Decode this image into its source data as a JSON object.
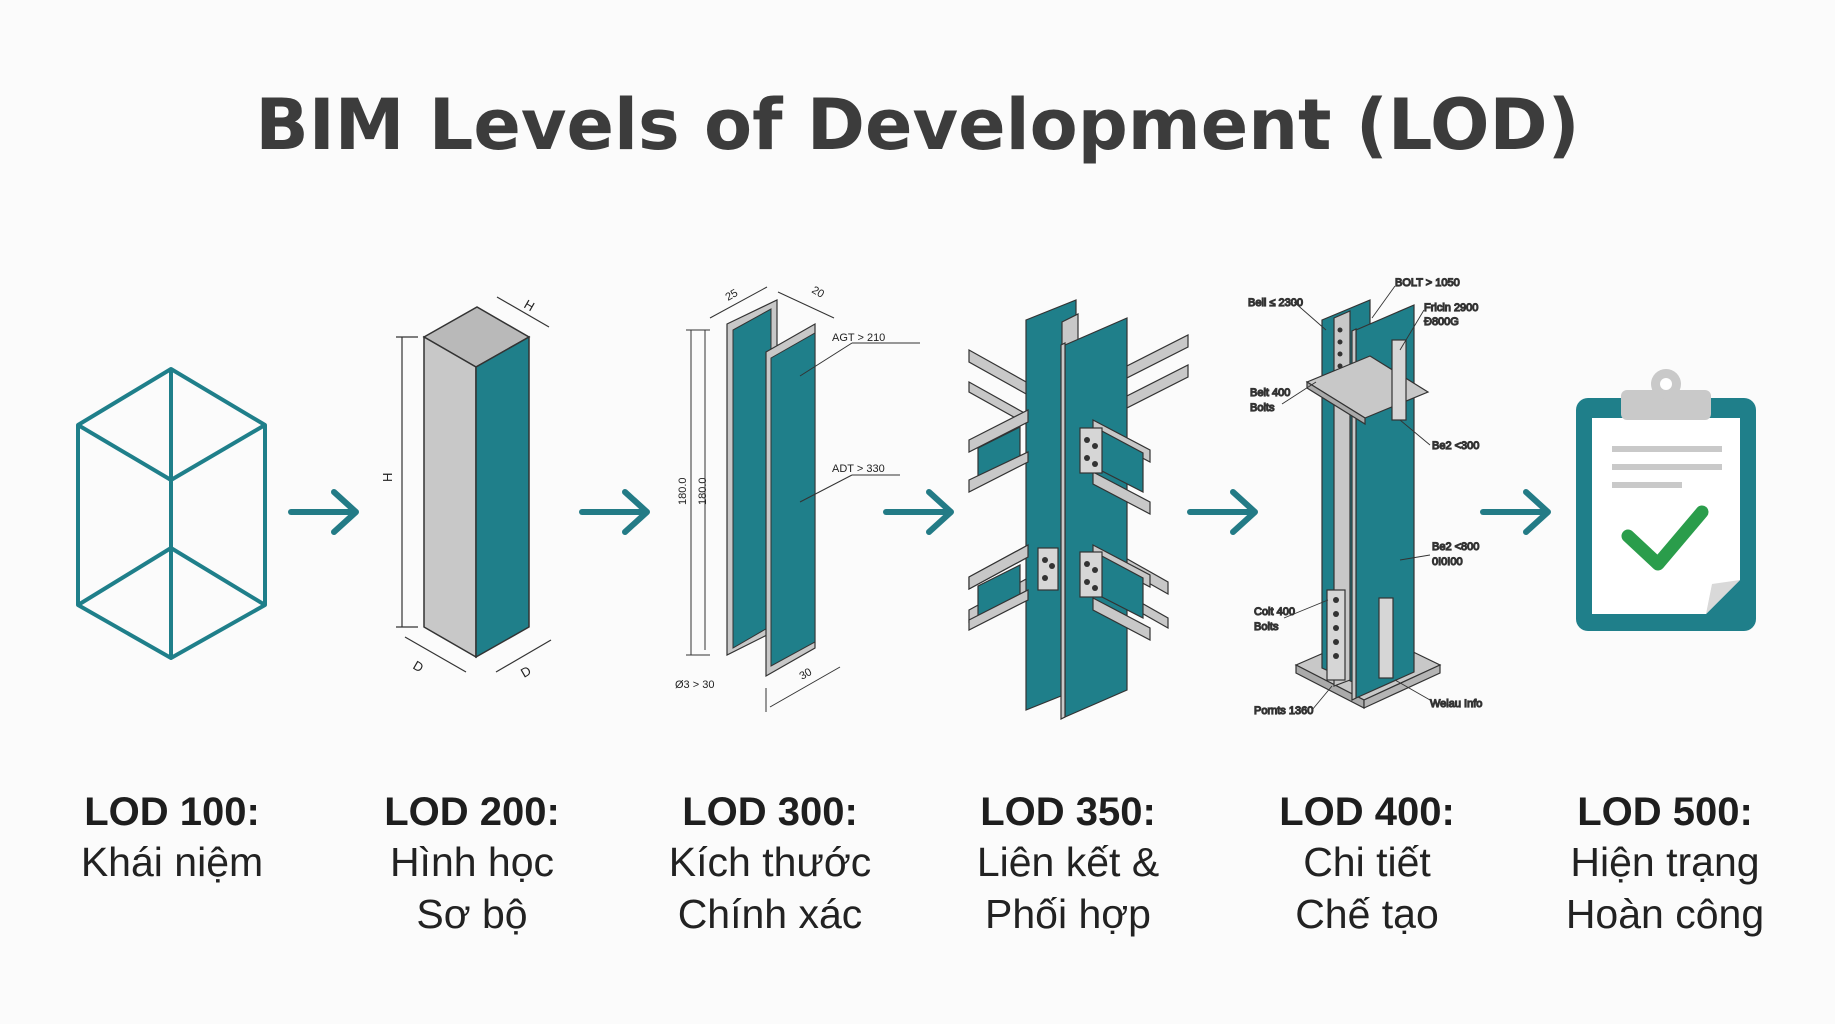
{
  "title": "BIM Levels of Development (LOD)",
  "colors": {
    "accent": "#1f7f8a",
    "arrow": "#237b86",
    "gray": "#c9c9c9",
    "check": "#2a9d4b"
  },
  "stages": [
    {
      "code": "LOD 100:",
      "line1": "Khái niệm",
      "line2": ""
    },
    {
      "code": "LOD 200:",
      "line1": "Hình học",
      "line2": "Sơ bộ"
    },
    {
      "code": "LOD 300:",
      "line1": "Kích thước",
      "line2": "Chính xác"
    },
    {
      "code": "LOD 350:",
      "line1": "Liên kết &",
      "line2": "Phối hợp"
    },
    {
      "code": "LOD 400:",
      "line1": "Chi tiết",
      "line2": "Chế tạo"
    },
    {
      "code": "LOD 500:",
      "line1": "Hiện trạng",
      "line2": "Hoàn công"
    }
  ],
  "lod200": {
    "dim_h_top": "H",
    "dim_h_side": "H",
    "dim_d_left": "D",
    "dim_d_right": "D"
  },
  "lod300": {
    "dim_top_left": "25",
    "dim_top_right": "20",
    "dim_vert1": "180.0",
    "dim_vert2": "180.0",
    "ann1": "AGT > 210",
    "ann2": "ADT > 330",
    "ann_bottom_left": "Ø3 > 30",
    "dim_bottom_right": "30"
  },
  "lod400": {
    "ann_bell": "Bell ≤ 2300",
    "ann_bolt": "BOLT > 1050",
    "ann_fricin": "Fricin 2900",
    "ann_fricin2": "Ð800G",
    "ann_belt": "Belt 400",
    "ann_belt2": "Bolts",
    "ann_be2a": "Be2 <300",
    "ann_be2b": "Be2 <800",
    "ann_be2b2": "0I0I00",
    "ann_colt": "Colt 400",
    "ann_colt2": "Bolts",
    "ann_points": "Pornts 1360",
    "ann_weld": "Welau Info"
  }
}
